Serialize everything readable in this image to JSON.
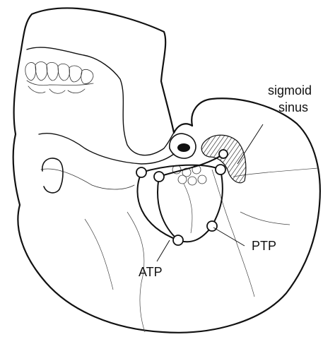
{
  "figure": {
    "labels": {
      "sigmoid_line1": "sigmoid",
      "sigmoid_line2": "sinus",
      "ptp": "PTP",
      "atp": "ATP"
    },
    "colors": {
      "ink": "#111111",
      "background": "#ffffff"
    }
  }
}
